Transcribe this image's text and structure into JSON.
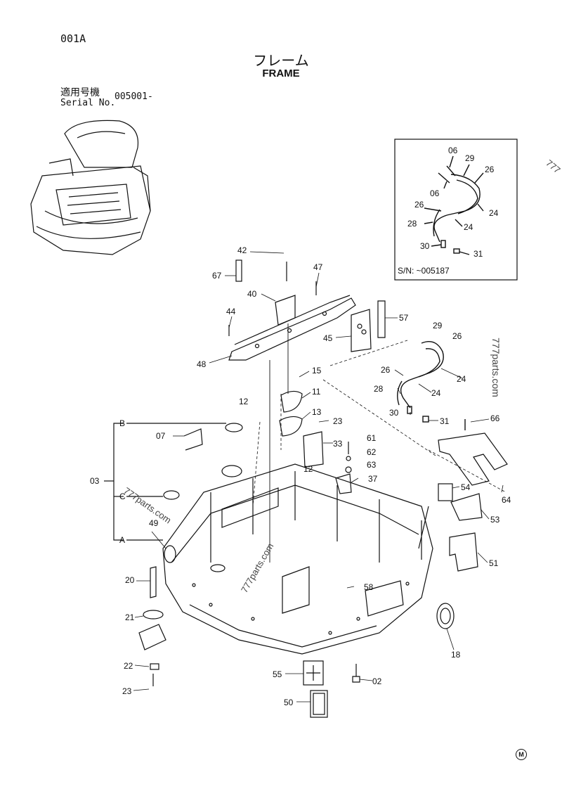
{
  "header": {
    "code": "001A",
    "title_jp": "フレーム",
    "title_en": "FRAME",
    "serial_label_jp": "適用号機",
    "serial_label_en": "Serial No.",
    "serial_value": "005001-"
  },
  "inset": {
    "sn_label": "S/N: ~005187"
  },
  "watermarks": [
    "777parts.com",
    "777parts.com",
    "777parts.com",
    "777"
  ],
  "footer_mark": "M",
  "callouts": [
    "06",
    "29",
    "26",
    "06",
    "26",
    "24",
    "28",
    "24",
    "30",
    "31",
    "42",
    "67",
    "47",
    "40",
    "44",
    "57",
    "45",
    "48",
    "29",
    "26",
    "15",
    "26",
    "24",
    "11",
    "28",
    "24",
    "12",
    "13",
    "23",
    "30",
    "31",
    "66",
    "B",
    "07",
    "33",
    "61",
    "62",
    "63",
    "12",
    "37",
    "03",
    "C",
    "54",
    "64",
    "53",
    "49",
    "A",
    "51",
    "20",
    "21",
    "58",
    "18",
    "55",
    "02",
    "22",
    "23",
    "50"
  ]
}
